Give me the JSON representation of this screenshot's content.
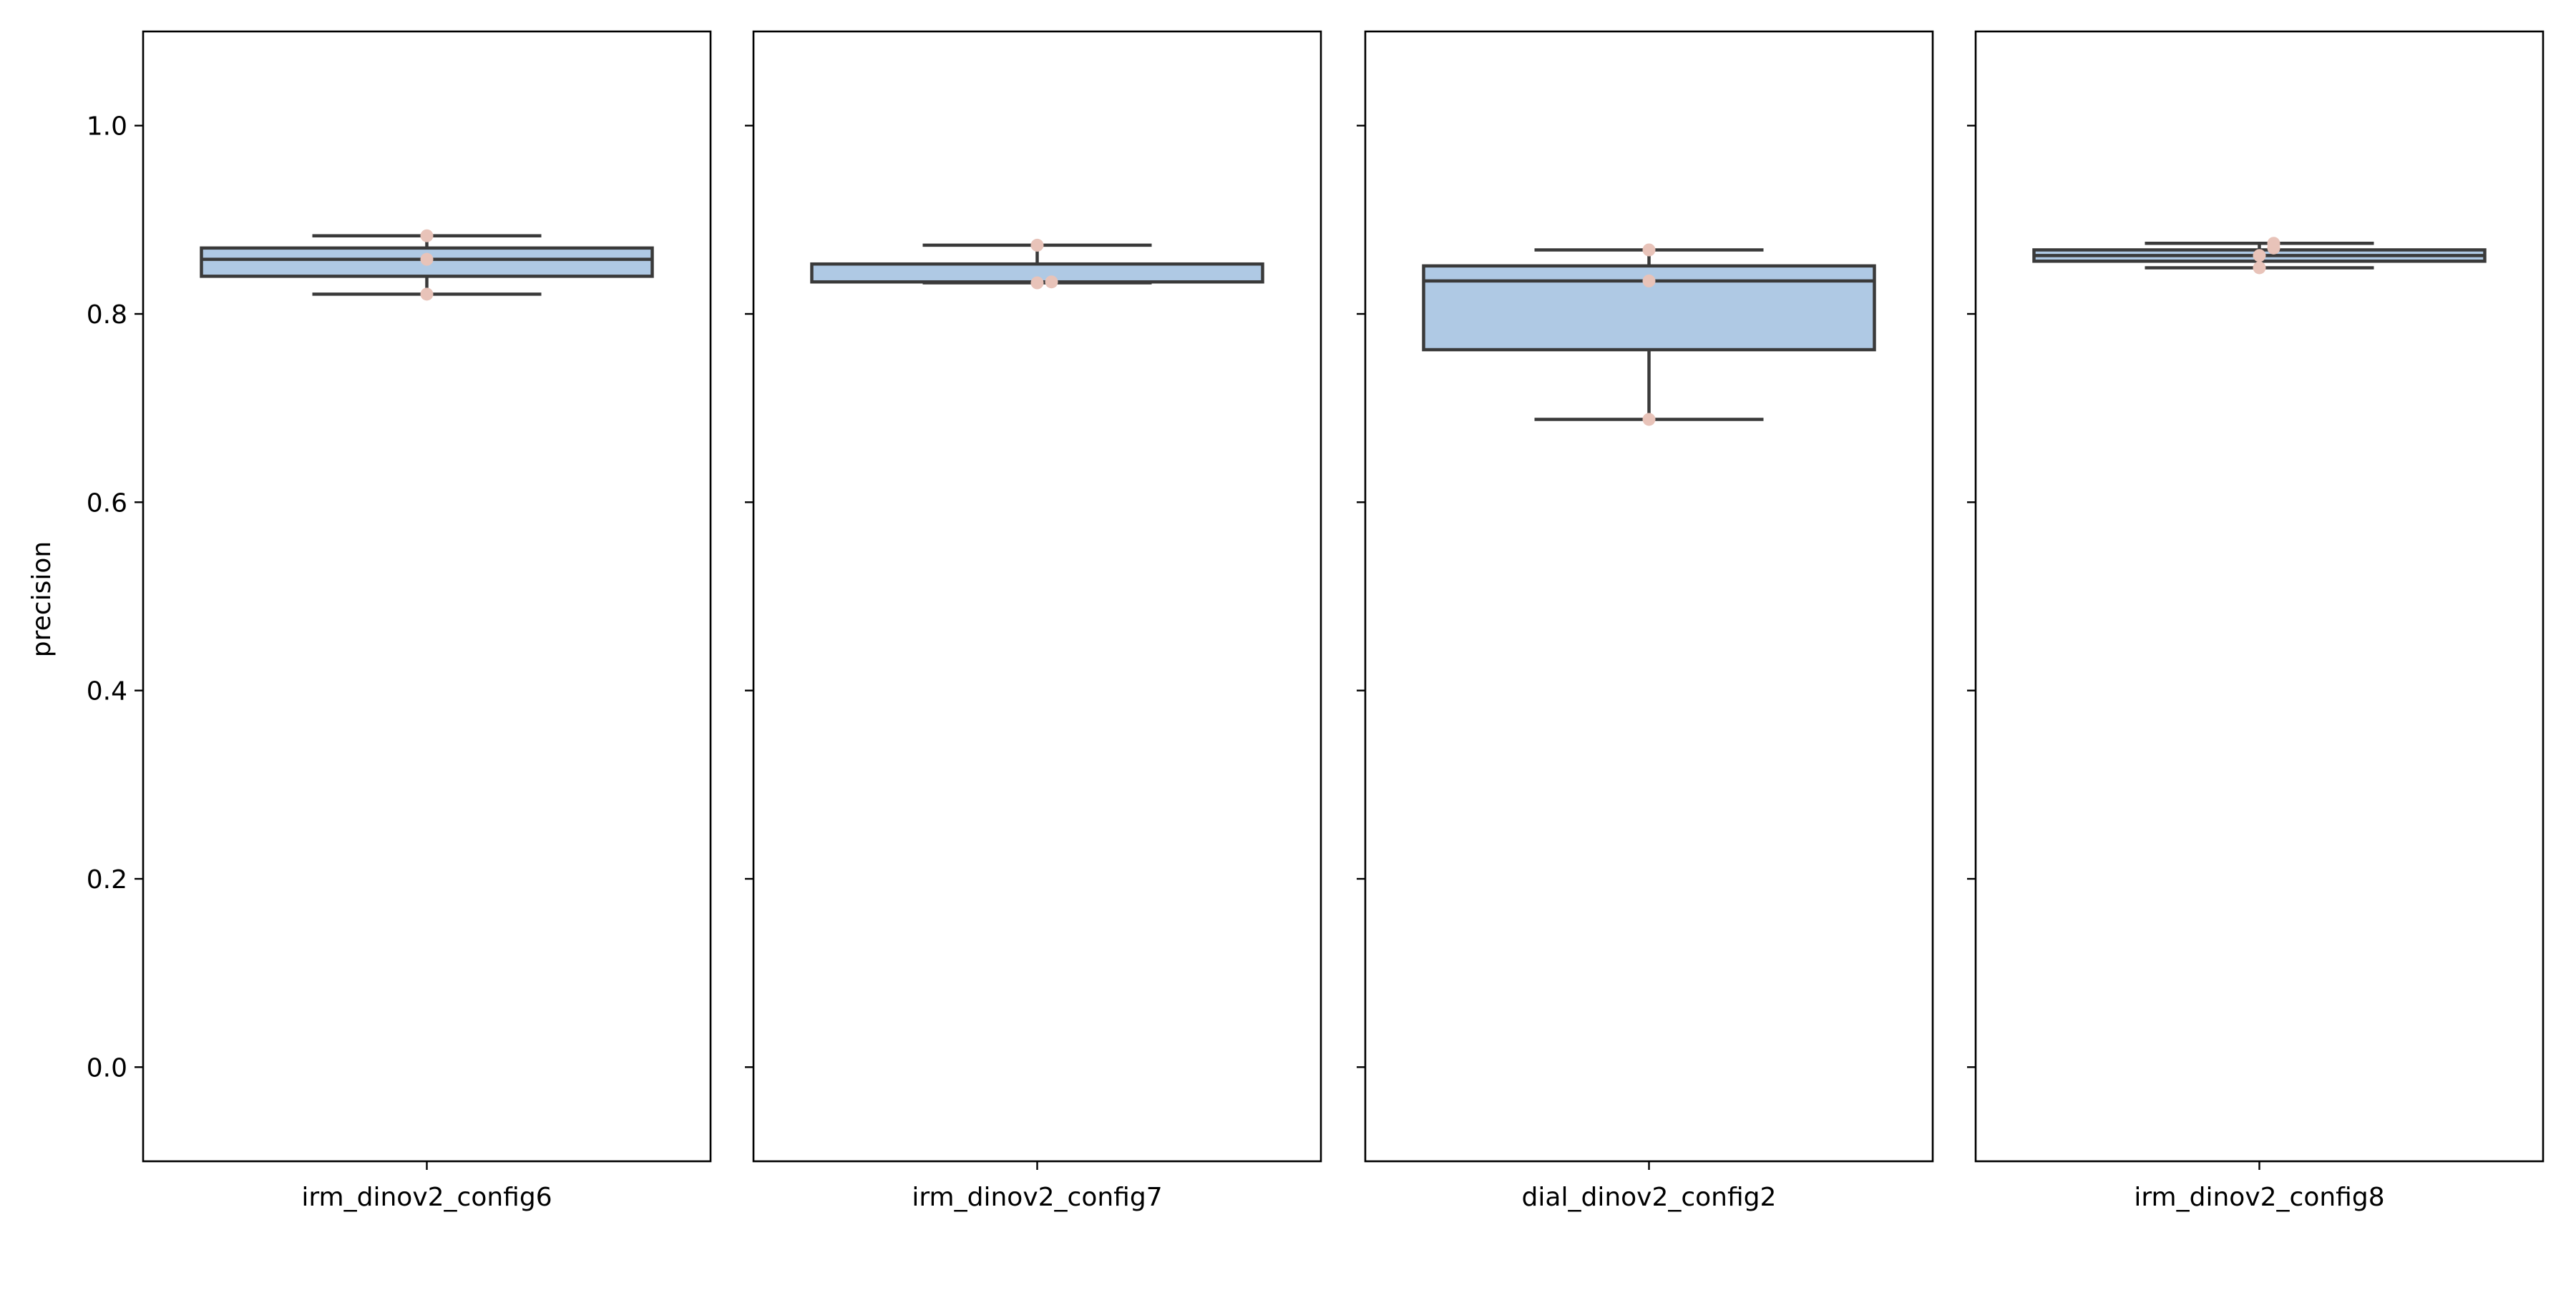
{
  "chart_data": {
    "type": "box",
    "ylabel": "precision",
    "ylim": [
      -0.1,
      1.1
    ],
    "yticks": [
      0.0,
      0.2,
      0.4,
      0.6,
      0.8,
      1.0
    ],
    "ytick_labels": [
      "0.0",
      "0.2",
      "0.4",
      "0.6",
      "0.8",
      "1.0"
    ],
    "grid": false,
    "colors": {
      "box_fill": "#afc9e4",
      "box_edge": "#3a3a3a",
      "points": "#e8c3b9",
      "axes": "#000000"
    },
    "panels": [
      {
        "category": "irm_dinov2_config6",
        "box": {
          "q1": 0.84,
          "median": 0.858,
          "q3": 0.87,
          "whisker_low": 0.821,
          "whisker_high": 0.883
        },
        "points": [
          0.821,
          0.858,
          0.883
        ]
      },
      {
        "category": "irm_dinov2_config7",
        "box": {
          "q1": 0.834,
          "median": 0.834,
          "q3": 0.853,
          "whisker_low": 0.833,
          "whisker_high": 0.873
        },
        "points": [
          0.833,
          0.834,
          0.873
        ]
      },
      {
        "category": "dial_dinov2_config2",
        "box": {
          "q1": 0.762,
          "median": 0.835,
          "q3": 0.851,
          "whisker_low": 0.688,
          "whisker_high": 0.868
        },
        "points": [
          0.688,
          0.835,
          0.868
        ]
      },
      {
        "category": "irm_dinov2_config8",
        "box": {
          "q1": 0.856,
          "median": 0.862,
          "q3": 0.868,
          "whisker_low": 0.849,
          "whisker_high": 0.875
        },
        "points": [
          0.849,
          0.862,
          0.87,
          0.875
        ]
      }
    ]
  }
}
